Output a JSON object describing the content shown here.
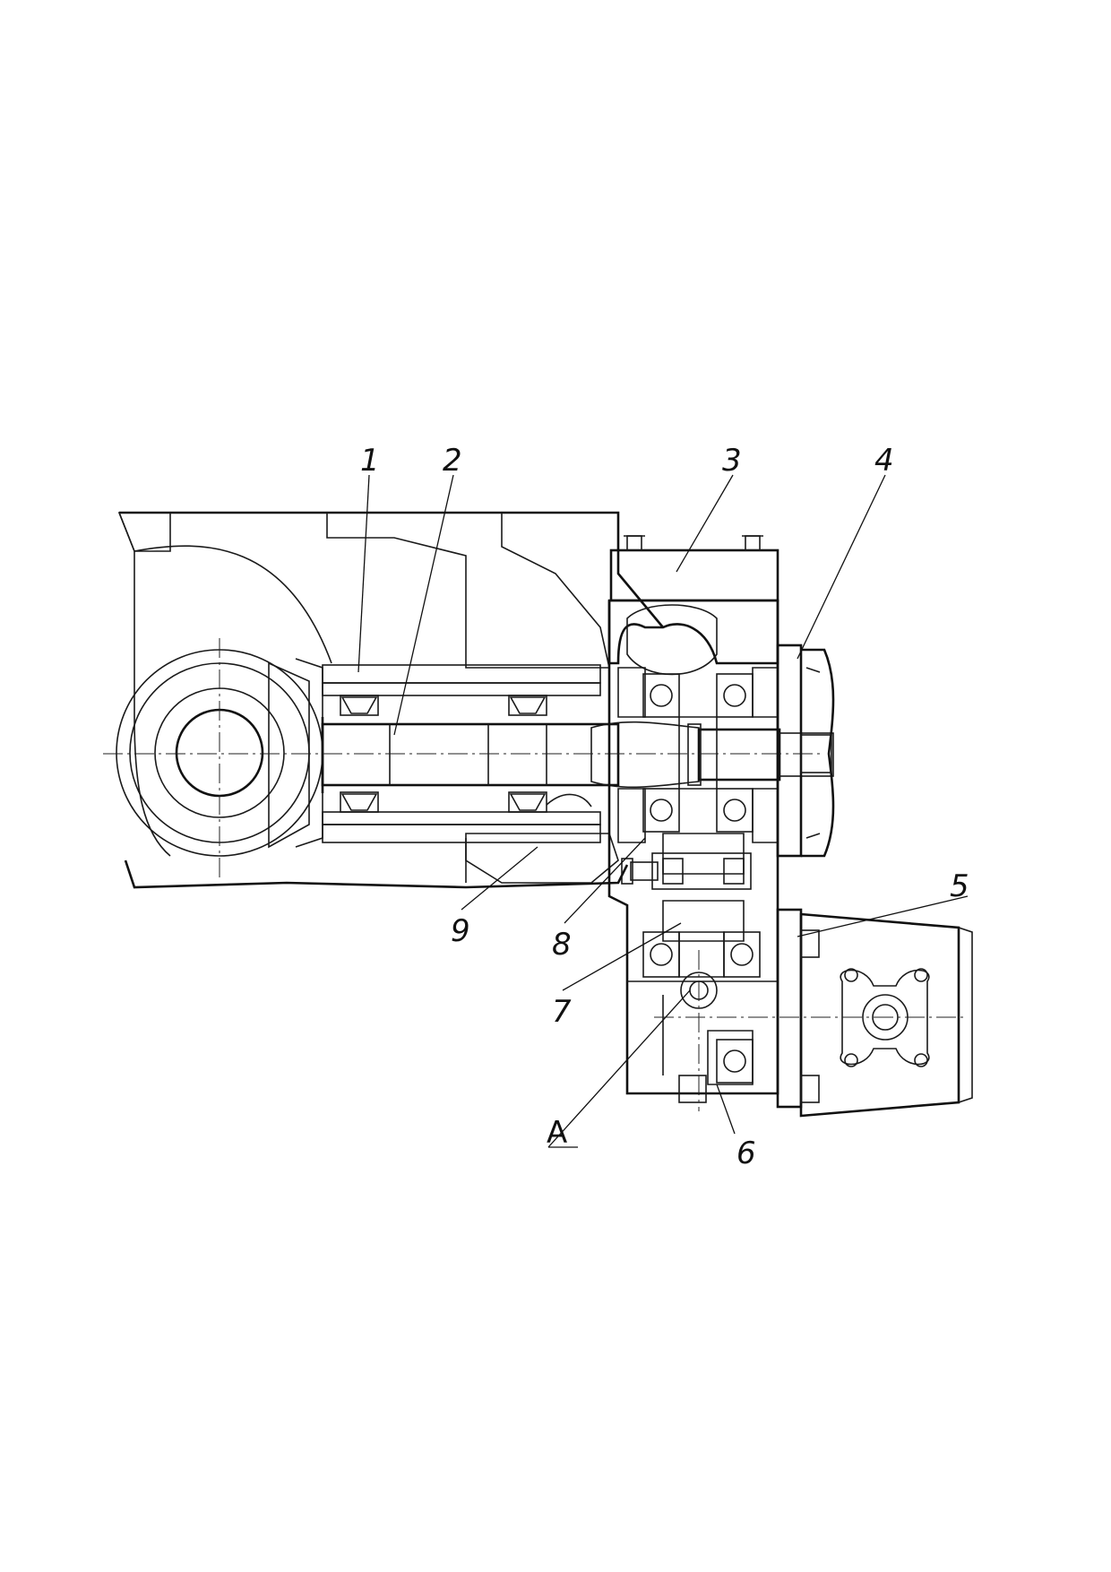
{
  "drawing": {
    "callouts": [
      {
        "id": "1",
        "label": "1"
      },
      {
        "id": "2",
        "label": "2"
      },
      {
        "id": "3",
        "label": "3"
      },
      {
        "id": "4",
        "label": "4"
      },
      {
        "id": "5",
        "label": "5"
      },
      {
        "id": "6",
        "label": "6"
      },
      {
        "id": "7",
        "label": "7"
      },
      {
        "id": "8",
        "label": "8"
      },
      {
        "id": "9",
        "label": "9"
      },
      {
        "id": "A",
        "label": "A"
      }
    ]
  }
}
